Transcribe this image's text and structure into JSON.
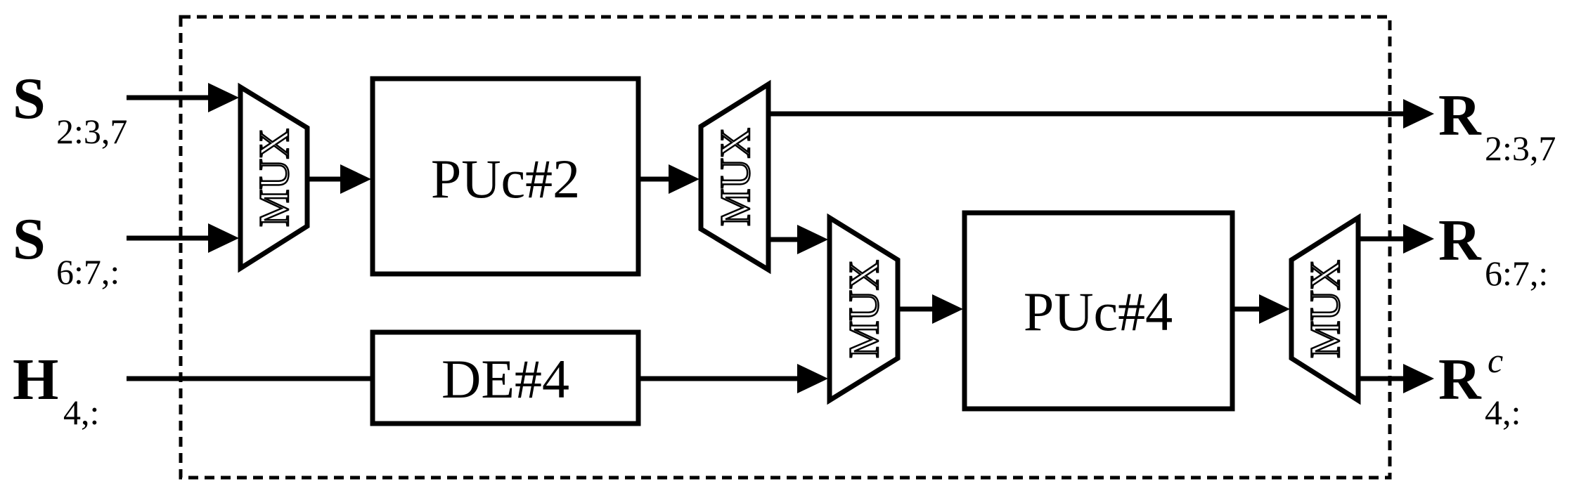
{
  "blocks": {
    "puc2": "PUc#2",
    "puc4": "PUc#4",
    "de4": "DE#4"
  },
  "mux_label": "MUX",
  "inputs": [
    {
      "main": "S",
      "sub": "2:3,7"
    },
    {
      "main": "S",
      "sub": "6:7,:"
    },
    {
      "main": "H",
      "sub": "4,:"
    }
  ],
  "outputs": [
    {
      "main": "R",
      "sub": "2:3,7",
      "sup": ""
    },
    {
      "main": "R",
      "sub": "6:7,:",
      "sup": ""
    },
    {
      "main": "R",
      "sub": "4,:",
      "sup": "c"
    }
  ]
}
